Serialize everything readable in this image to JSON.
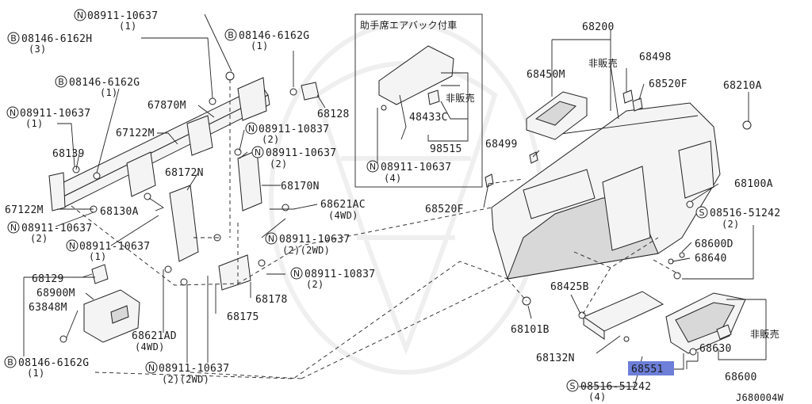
{
  "diagram_code": "J680004W",
  "inset_title": "助手席エアバック付車",
  "not_for_sale": "非販売",
  "highlight_color": "#6d7fd9",
  "labels": {
    "l1": {
      "pre": "N",
      "num": "08911-10637",
      "qty": "(1)"
    },
    "l2": {
      "pre": "B",
      "num": "08146-6162H",
      "qty": "(3)"
    },
    "l3": {
      "pre": "B",
      "num": "08146-6162G",
      "qty": "(1)"
    },
    "l4": {
      "pre": "N",
      "num": "08911-10637",
      "qty": "(1)"
    },
    "l5": {
      "num": "67870M"
    },
    "l6": {
      "num": "67122M"
    },
    "l7": {
      "num": "68139"
    },
    "l8": {
      "num": "67122M"
    },
    "l9": {
      "num": "68130A"
    },
    "l10": {
      "pre": "N",
      "num": "08911-10637",
      "qty": "(2)"
    },
    "l11": {
      "pre": "N",
      "num": "08911-10637",
      "qty": "(1)"
    },
    "l12": {
      "pre": "B",
      "num": "08146-6162G",
      "qty": "(1)"
    },
    "l13": {
      "num": "68128"
    },
    "l14": {
      "pre": "N",
      "num": "08911-10837",
      "qty": "(2)"
    },
    "l15": {
      "pre": "N",
      "num": "08911-10637",
      "qty": "(2)"
    },
    "l16": {
      "num": "68172N"
    },
    "l17": {
      "num": "68170N"
    },
    "l18": {
      "num": "68621AC",
      "qty": "(4WD)"
    },
    "l19": {
      "pre": "N",
      "num": "08911-10637",
      "qty": "(2)(2WD)"
    },
    "l20": {
      "pre": "N",
      "num": "08911-10837",
      "qty": "(2)"
    },
    "l21": {
      "num": "68178"
    },
    "l22": {
      "num": "68175"
    },
    "l23": {
      "num": "68129"
    },
    "l24": {
      "num": "68900M"
    },
    "l25": {
      "num": "63848M"
    },
    "l26": {
      "num": "68621AD",
      "qty": "(4WD)"
    },
    "l27": {
      "pre": "B",
      "num": "08146-6162G",
      "qty": "(1)"
    },
    "l28": {
      "pre": "N",
      "num": "08911-10637",
      "qty": "(2)(2WD)"
    },
    "l29": {
      "num": "48433C"
    },
    "l30": {
      "num": "98515"
    },
    "l31": {
      "pre": "N",
      "num": "08911-10637",
      "qty": "(4)"
    },
    "l32": {
      "num": "68200"
    },
    "l33": {
      "num": "68450M"
    },
    "l34": {
      "num": "68498"
    },
    "l35": {
      "num": "68520F"
    },
    "l36": {
      "num": "68210A"
    },
    "l37": {
      "num": "68499"
    },
    "l38": {
      "num": "68100A"
    },
    "l39": {
      "num": "68520F"
    },
    "l40": {
      "pre": "S",
      "num": "08516-51242",
      "qty": "(2)"
    },
    "l41": {
      "num": "68600D"
    },
    "l42": {
      "num": "68640"
    },
    "l43": {
      "num": "68425B"
    },
    "l44": {
      "num": "68101B"
    },
    "l45": {
      "num": "68132N"
    },
    "l46": {
      "num": "68630"
    },
    "l47": {
      "num": "68551"
    },
    "l48": {
      "num": "68600"
    },
    "l49": {
      "pre": "S",
      "num": "08516-51242",
      "qty": "(4)"
    }
  }
}
